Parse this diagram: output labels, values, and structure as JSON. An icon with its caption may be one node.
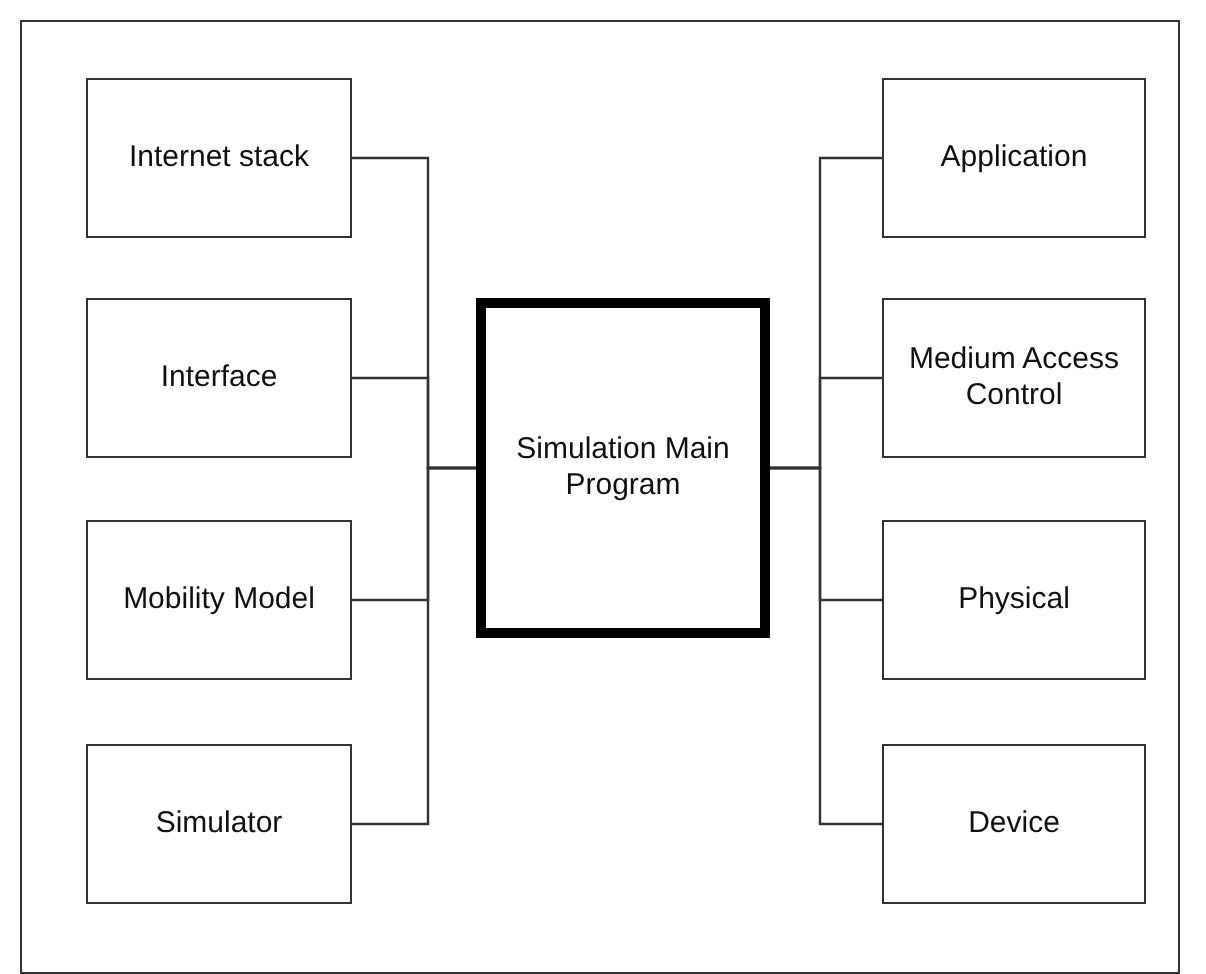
{
  "diagram": {
    "nodes": [
      {
        "text": [
          "Internet stack"
        ]
      },
      {
        "text": [
          "Interface"
        ]
      },
      {
        "text": [
          "Mobility Model"
        ]
      },
      {
        "text": [
          "Simulator"
        ]
      },
      {
        "text": [
          "Simulation Main Program"
        ]
      },
      {
        "text": [
          "Application"
        ]
      },
      {
        "text": [
          "Medium Access Control"
        ]
      },
      {
        "text": [
          "Physical"
        ]
      },
      {
        "text": [
          "Device"
        ]
      }
    ],
    "edges": [
      {
        "from": 0,
        "to": 4,
        "arrow": "none"
      },
      {
        "from": 1,
        "to": 4,
        "arrow": "none"
      },
      {
        "from": 2,
        "to": 4,
        "arrow": "none"
      },
      {
        "from": 3,
        "to": 4,
        "arrow": "none"
      },
      {
        "from": 4,
        "to": 5,
        "arrow": "none"
      },
      {
        "from": 4,
        "to": 6,
        "arrow": "none"
      },
      {
        "from": 4,
        "to": 7,
        "arrow": "none"
      },
      {
        "from": 4,
        "to": 8,
        "arrow": "none"
      }
    ]
  }
}
